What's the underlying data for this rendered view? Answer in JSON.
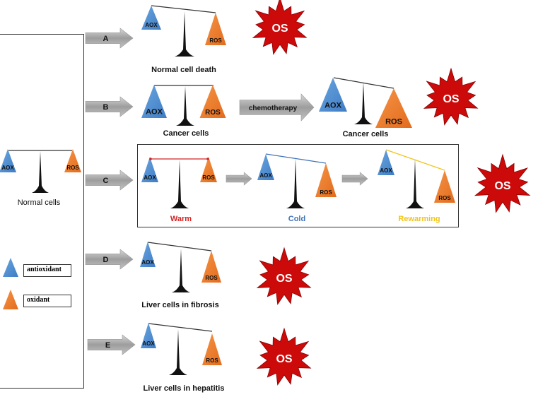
{
  "rows": [
    {
      "letter": "A",
      "caption": "Normal cell death",
      "aox": "AOX",
      "ros": "ROS",
      "burst": "OS"
    },
    {
      "letter": "B",
      "caption": "Cancer cells",
      "aox": "AOX",
      "ros": "ROS",
      "arrow_text": "chemotherapy",
      "caption2": "Cancer cells",
      "aox2": "AOX",
      "ros2": "ROS",
      "burst": "OS"
    },
    {
      "letter": "C",
      "aox": "AOX",
      "ros": "ROS",
      "burst": "OS",
      "stages": [
        {
          "caption": "Warm",
          "color": "#d42424"
        },
        {
          "caption": "Cold",
          "color": "#3f73b8"
        },
        {
          "caption": "Rewarming",
          "color": "#f2c41a"
        }
      ]
    },
    {
      "letter": "D",
      "caption": "Liver cells in fibrosis",
      "aox": "AOX",
      "ros": "ROS",
      "burst": "OS"
    },
    {
      "letter": "E",
      "caption": "Liver cells in hepatitis",
      "aox": "AOX",
      "ros": "ROS",
      "burst": "OS"
    }
  ],
  "normal": {
    "caption": "Normal cells",
    "aox": "AOX",
    "ros": "ROS"
  },
  "legend": {
    "antioxidant": "antioxidant",
    "oxidant": "oxidant"
  },
  "colors": {
    "blue": "#4f8fd1",
    "orange": "#ef7a2a",
    "burst": "#cc0a0a",
    "arrow": "#a8a8a8"
  }
}
